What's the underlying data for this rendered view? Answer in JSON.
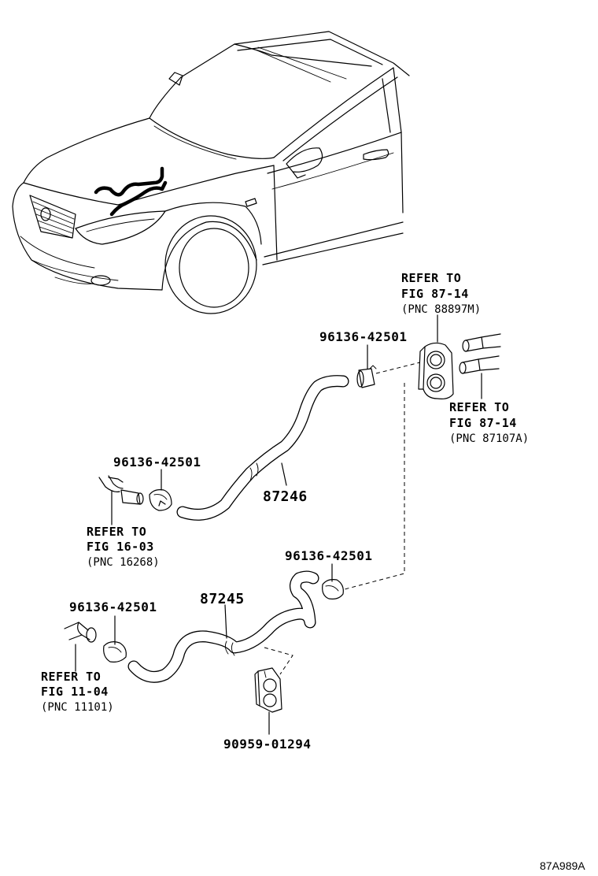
{
  "diagram_code": "87A989A",
  "parts": {
    "hose_upper": "87246",
    "hose_lower": "87245",
    "bracket": "90959-01294",
    "clamp_upper_right": "96136-42501",
    "clamp_upper_left": "96136-42501",
    "clamp_lower_right": "96136-42501",
    "clamp_lower_left": "96136-42501"
  },
  "references": {
    "ref_88897m": {
      "line1": "REFER TO",
      "line2": "FIG 87-14",
      "line3": "(PNC 88897M)"
    },
    "ref_87107a": {
      "line1": "REFER TO",
      "line2": "FIG 87-14",
      "line3": "(PNC 87107A)"
    },
    "ref_16268": {
      "line1": "REFER TO",
      "line2": "FIG 16-03",
      "line3": "(PNC 16268)"
    },
    "ref_11101": {
      "line1": "REFER TO",
      "line2": "FIG 11-04",
      "line3": "(PNC 11101)"
    }
  }
}
